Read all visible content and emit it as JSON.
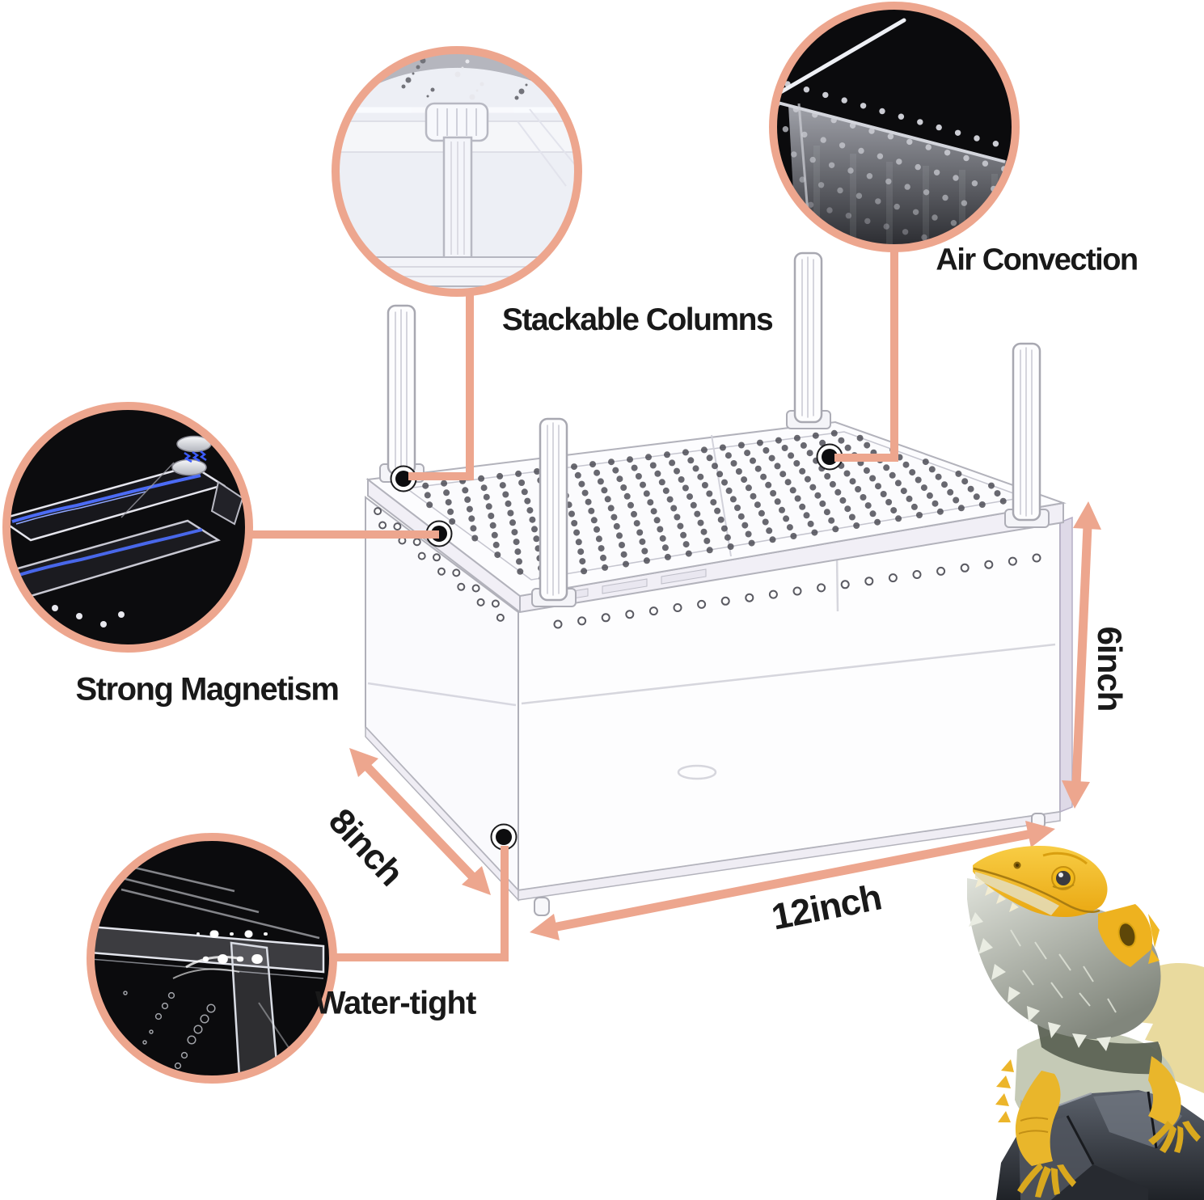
{
  "product": "clear acrylic reptile terrarium illustration",
  "features": [
    {
      "id": "stackable-columns",
      "label": "Stackable Columns"
    },
    {
      "id": "air-convection",
      "label": "Air Convection"
    },
    {
      "id": "strong-magnetism",
      "label": "Strong Magnetism"
    },
    {
      "id": "water-tight",
      "label": "Water-tight"
    }
  ],
  "dimensions": {
    "length": "12inch",
    "depth": "8inch",
    "height": "6inch"
  },
  "colors": {
    "accent": "#EDA68E",
    "text": "#191919",
    "background": "#FFFFFF"
  }
}
